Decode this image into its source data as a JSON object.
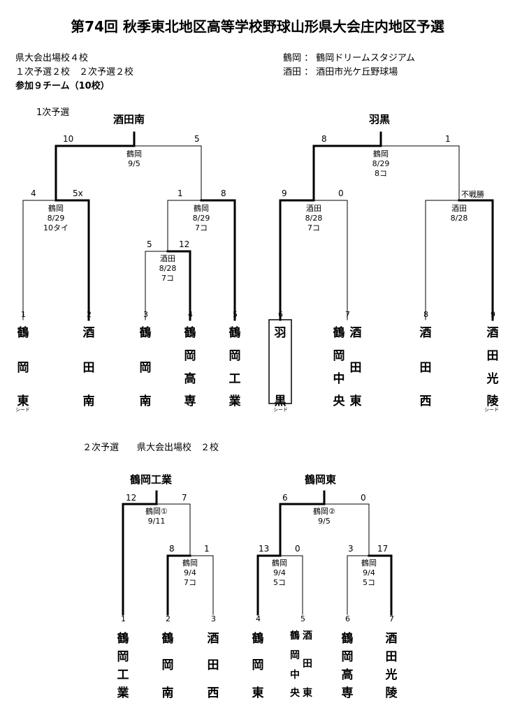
{
  "title": "第74回 秋季東北地区高等学校野球山形県大会庄内地区予選",
  "info": {
    "line1": "県大会出場校４校",
    "line2": "１次予選２校　２次予選２校",
    "line3": "参加９チーム（10校）",
    "venue1": "鶴岡 ： 鶴岡ドリームスタジアム",
    "venue2": "酒田 ： 酒田市光ケ丘野球場"
  },
  "round1": {
    "heading": "1次予選",
    "winner_left": "酒田南",
    "winner_right": "羽黒",
    "scores": {
      "a_l": "10",
      "a_r": "5",
      "b_l": "8",
      "b_r": "1",
      "c_l": "4",
      "c_r": "5x",
      "d_l": "1",
      "d_r": "8",
      "e_l": "5",
      "e_r": "12",
      "f_l": "9",
      "f_r": "0",
      "g_r": "不戦勝"
    },
    "venues": {
      "a": [
        "鶴岡",
        "9/5"
      ],
      "b": [
        "鶴岡",
        "8/29",
        "8コ"
      ],
      "c": [
        "鶴岡",
        "8/29",
        "10タイ"
      ],
      "d": [
        "鶴岡",
        "8/29",
        "7コ"
      ],
      "e": [
        "酒田",
        "8/28",
        "7コ"
      ],
      "f": [
        "酒田",
        "8/28",
        "7コ"
      ],
      "g": [
        "酒田",
        "8/28"
      ]
    },
    "numbers": [
      "1",
      "2",
      "3",
      "4",
      "5",
      "6",
      "7",
      "8",
      "9"
    ],
    "seed_label": "シード",
    "teams": [
      [
        "鶴",
        "岡",
        "東"
      ],
      [
        "酒",
        "田",
        "南"
      ],
      [
        "鶴",
        "岡",
        "南"
      ],
      [
        "鶴",
        "岡",
        "高",
        "専"
      ],
      [
        "鶴",
        "岡",
        "工",
        "業"
      ],
      [
        "羽",
        "黒"
      ],
      [
        "鶴",
        "岡",
        "中",
        "央"
      ],
      [
        "酒",
        "田",
        "東"
      ],
      [
        "酒",
        "田",
        "西"
      ],
      [
        "酒",
        "田",
        "光",
        "陵"
      ]
    ]
  },
  "round2": {
    "heading": "２次予選　　県大会出場校　２校",
    "winner_left": "鶴岡工業",
    "winner_right": "鶴岡東",
    "scores": {
      "a_l": "12",
      "a_r": "7",
      "b_l": "6",
      "b_r": "0",
      "c_l": "8",
      "c_r": "1",
      "d_l": "13",
      "d_r": "0",
      "e_l": "3",
      "e_r": "17"
    },
    "venues": {
      "a": [
        "鶴岡①",
        "9/11"
      ],
      "b": [
        "鶴岡②",
        "9/5"
      ],
      "c": [
        "鶴岡",
        "9/4",
        "7コ"
      ],
      "d": [
        "鶴岡",
        "9/4",
        "5コ"
      ],
      "e": [
        "鶴岡",
        "9/4",
        "5コ"
      ]
    },
    "numbers": [
      "1",
      "2",
      "3",
      "4",
      "5",
      "6",
      "7"
    ],
    "teams": [
      [
        "鶴",
        "岡",
        "工",
        "業"
      ],
      [
        "鶴",
        "岡",
        "南"
      ],
      [
        "酒",
        "田",
        "西"
      ],
      [
        "鶴",
        "岡",
        "東"
      ],
      [
        "鶴",
        "岡",
        "中",
        "央"
      ],
      [
        "酒",
        "田",
        "東"
      ],
      [
        "鶴",
        "岡",
        "高",
        "専"
      ],
      [
        "酒",
        "田",
        "光",
        "陵"
      ]
    ]
  }
}
